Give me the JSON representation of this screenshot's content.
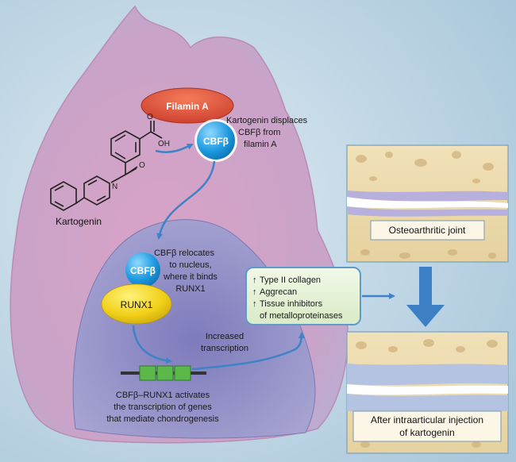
{
  "molecule": {
    "name": "Kartogenin",
    "atoms": {
      "oxygen": "O",
      "hydroxyl": "OH",
      "nitrogen": "N"
    }
  },
  "proteins": {
    "filamin": "Filamin A",
    "cbf_top": "CBFβ",
    "cbf_nucleus": "CBFβ",
    "runx": "RUNX1"
  },
  "annotations": {
    "displace": [
      "Kartogenin displaces",
      "CBFβ from",
      "filamin A"
    ],
    "relocate": [
      "CBFβ relocates",
      "to nucleus,",
      "where it binds",
      "RUNX1"
    ],
    "transcription": [
      "Increased",
      "transcription"
    ],
    "activates": [
      "CBFβ–RUNX1 activates",
      "the transcription of genes",
      "that mediate chondrogenesis"
    ]
  },
  "effects": [
    {
      "arrow": "↑",
      "text": "Type II collagen"
    },
    {
      "arrow": "↑",
      "text": "Aggrecan"
    },
    {
      "arrow": "↑",
      "text": "Tissue inhibitors"
    },
    {
      "arrow": "",
      "text": "of metalloproteinases"
    }
  ],
  "panels": {
    "before": [
      "Osteoarthritic joint"
    ],
    "after": [
      "After intraarticular injection",
      "of kartogenin"
    ]
  },
  "colors": {
    "background": "#bcd6e6",
    "cell": "#cfa8c7",
    "nucleus": "#8c8ec4",
    "filamin": "#e25a3c",
    "cbf": "#2a9fe0",
    "runx": "#f2d21a",
    "gene": "#5cb84a",
    "arrow": "#3e82c8",
    "effect_box": "#e6f2d6"
  }
}
